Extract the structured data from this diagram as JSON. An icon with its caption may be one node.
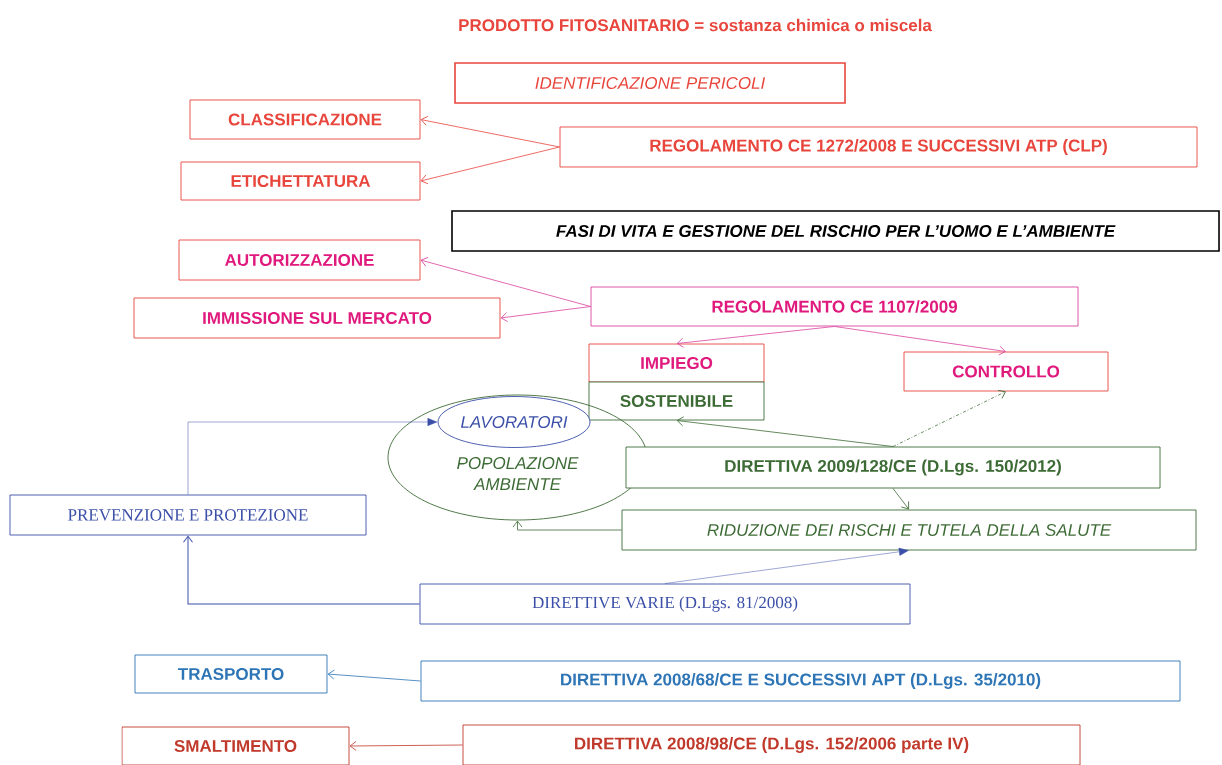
{
  "diagram": {
    "title": "PRODOTTO FITOSANITARIO = sostanza chimica o miscela",
    "nodes": [
      {
        "text": [
          "IDENTIFICAZIONE PERICOLI"
        ]
      },
      {
        "text": [
          "CLASSIFICAZIONE"
        ]
      },
      {
        "text": [
          "ETICHETTATURA"
        ]
      },
      {
        "text": [
          "REGOLAMENTO CE 1272/2008 E SUCCESSIVI ATP (CLP)"
        ]
      },
      {
        "text": [
          "FASI DI VITA E GESTIONE DEL RISCHIO PER L’UOMO E L’AMBIENTE"
        ]
      },
      {
        "text": [
          "AUTORIZZAZIONE"
        ]
      },
      {
        "text": [
          "IMMISSIONE SUL MERCATO"
        ]
      },
      {
        "text": [
          "REGOLAMENTO CE 1107/2009"
        ]
      },
      {
        "text": [
          "IMPIEGO"
        ]
      },
      {
        "text": [
          "SOSTENIBILE"
        ]
      },
      {
        "text": [
          "CONTROLLO"
        ]
      },
      {
        "text": [
          "POPOLAZIONE AMBIENTE"
        ]
      },
      {
        "text": [
          "LAVORATORI"
        ],
        "in": 11
      },
      {
        "text": [
          "DIRETTIVA 2009/128/CE (D.Lgs. 150/2012)"
        ]
      },
      {
        "text": [
          "RIDUZIONE DEI RISCHI E TUTELA DELLA SALUTE"
        ]
      },
      {
        "text": [
          "PREVENZIONE E PROTEZIONE"
        ]
      },
      {
        "text": [
          "DIRETTIVE VARIE (D.Lgs. 81/2008)"
        ]
      },
      {
        "text": [
          "TRASPORTO"
        ]
      },
      {
        "text": [
          "DIRETTIVA 2008/68/CE E SUCCESSIVI APT (D.Lgs. 35/2010)"
        ]
      },
      {
        "text": [
          "SMALTIMENTO"
        ]
      },
      {
        "text": [
          "DIRETTIVA 2008/98/CE (D.Lgs. 152/2006 parte IV)"
        ]
      }
    ],
    "edges": [
      {
        "from": 3,
        "to": 1,
        "arrow": "to",
        "color": "#e8453c"
      },
      {
        "from": 3,
        "to": 2,
        "arrow": "to",
        "color": "#e8453c"
      },
      {
        "from": 7,
        "to": 5,
        "arrow": "to",
        "color": "#d9439e"
      },
      {
        "from": 7,
        "to": 6,
        "arrow": "to",
        "color": "#d9439e"
      },
      {
        "from": 7,
        "to": 8,
        "arrow": "to",
        "color": "#d9439e"
      },
      {
        "from": 7,
        "to": 10,
        "arrow": "to",
        "color": "#d9439e"
      },
      {
        "from": 13,
        "to": 9,
        "arrow": "to",
        "color": "#3d6b35"
      },
      {
        "from": 13,
        "to": 10,
        "arrow": "to",
        "style": "dashed",
        "color": "#3d6b35"
      },
      {
        "from": 13,
        "to": 14,
        "arrow": "to",
        "color": "#3d6b35"
      },
      {
        "from": 14,
        "to": 11,
        "arrow": "to",
        "color": "#3d6b35"
      },
      {
        "from": 15,
        "to": 12,
        "arrow": "to",
        "color": "#3b4fa8"
      },
      {
        "from": 16,
        "to": 15,
        "arrow": "to",
        "color": "#3b4fa8"
      },
      {
        "from": 16,
        "to": 14,
        "arrow": "to",
        "color": "#3b4fa8"
      },
      {
        "from": 18,
        "to": 17,
        "arrow": "to",
        "color": "#2e75b6"
      },
      {
        "from": 20,
        "to": 19,
        "arrow": "to",
        "color": "#c0392b"
      }
    ]
  }
}
